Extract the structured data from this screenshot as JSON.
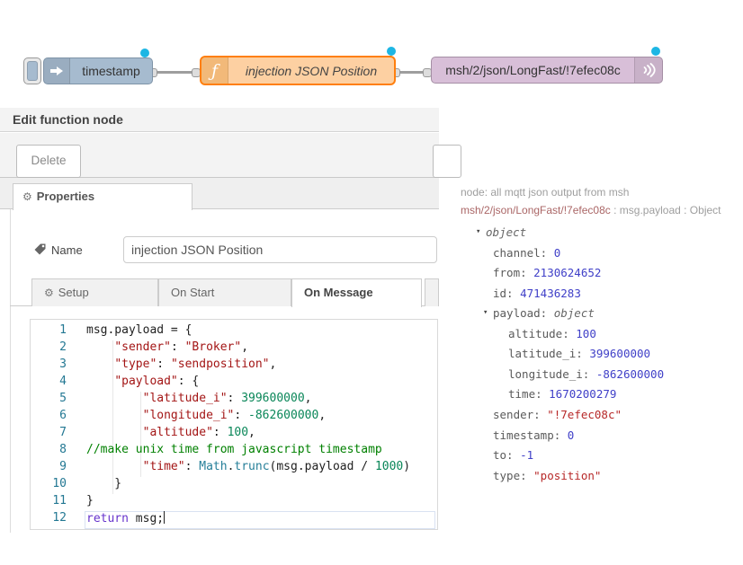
{
  "flow": {
    "inject": {
      "label": "timestamp"
    },
    "function": {
      "label": "injection JSON Position"
    },
    "mqtt": {
      "label": "msh/2/json/LongFast/!7efec08c"
    }
  },
  "dialog": {
    "title": "Edit function node",
    "delete_label": "Delete",
    "properties_tab_label": "Properties",
    "name_label": "Name",
    "name_value": "injection JSON Position",
    "tabs": [
      "Setup",
      "On Start",
      "On Message"
    ],
    "active_tab": "On Message"
  },
  "editor": {
    "lines": [
      {
        "n": 1,
        "seg": [
          [
            "msg.payload = {",
            "p"
          ]
        ]
      },
      {
        "n": 2,
        "seg": [
          [
            "    ",
            "p"
          ],
          [
            "\"sender\"",
            "s"
          ],
          [
            ": ",
            "p"
          ],
          [
            "\"Broker\"",
            "s"
          ],
          [
            ",",
            "p"
          ]
        ]
      },
      {
        "n": 3,
        "seg": [
          [
            "    ",
            "p"
          ],
          [
            "\"type\"",
            "s"
          ],
          [
            ": ",
            "p"
          ],
          [
            "\"sendposition\"",
            "s"
          ],
          [
            ",",
            "p"
          ]
        ]
      },
      {
        "n": 4,
        "seg": [
          [
            "    ",
            "p"
          ],
          [
            "\"payload\"",
            "s"
          ],
          [
            ": {",
            "p"
          ]
        ]
      },
      {
        "n": 5,
        "seg": [
          [
            "        ",
            "p"
          ],
          [
            "\"latitude_i\"",
            "s"
          ],
          [
            ": ",
            "p"
          ],
          [
            "399600000",
            "nu"
          ],
          [
            ",",
            "p"
          ]
        ]
      },
      {
        "n": 6,
        "seg": [
          [
            "        ",
            "p"
          ],
          [
            "\"longitude_i\"",
            "s"
          ],
          [
            ": ",
            "p"
          ],
          [
            "-862600000",
            "nu"
          ],
          [
            ",",
            "p"
          ]
        ]
      },
      {
        "n": 7,
        "seg": [
          [
            "        ",
            "p"
          ],
          [
            "\"altitude\"",
            "s"
          ],
          [
            ": ",
            "p"
          ],
          [
            "100",
            "nu"
          ],
          [
            ",",
            "p"
          ]
        ]
      },
      {
        "n": 8,
        "seg": [
          [
            "//make unix time from javascript timestamp",
            "c"
          ]
        ]
      },
      {
        "n": 9,
        "seg": [
          [
            "        ",
            "p"
          ],
          [
            "\"time\"",
            "s"
          ],
          [
            ": ",
            "p"
          ],
          [
            "Math",
            "b"
          ],
          [
            ".",
            "p"
          ],
          [
            "trunc",
            "b"
          ],
          [
            "(msg.payload / ",
            "p"
          ],
          [
            "1000",
            "nu"
          ],
          [
            ")",
            "p"
          ]
        ]
      },
      {
        "n": 10,
        "seg": [
          [
            "    }",
            "p"
          ]
        ]
      },
      {
        "n": 11,
        "seg": [
          [
            "}",
            "p"
          ]
        ]
      },
      {
        "n": 12,
        "seg": [
          [
            "return",
            "k"
          ],
          [
            " msg;",
            "p"
          ]
        ]
      }
    ],
    "token_colors": {
      "p": "#1f1f1f",
      "s": "#a31515",
      "nu": "#098658",
      "c": "#008000",
      "k": "#6633cc",
      "b": "#267f99"
    },
    "line_number_color": "#237893"
  },
  "debug": {
    "node_meta": "node: all mqtt json output from msh",
    "topic": "msh/2/json/LongFast/!7efec08c",
    "meta_suffix": " : msg.payload : Object",
    "rows": [
      {
        "i": 0,
        "a": 1,
        "t": "object"
      },
      {
        "i": 1,
        "k": "channel",
        "v": "0",
        "c": "num"
      },
      {
        "i": 1,
        "k": "from",
        "v": "2130624652",
        "c": "num"
      },
      {
        "i": 1,
        "k": "id",
        "v": "471436283",
        "c": "num"
      },
      {
        "i": 1,
        "a": 1,
        "k": "payload",
        "t": "object"
      },
      {
        "i": 2,
        "k": "altitude",
        "v": "100",
        "c": "num"
      },
      {
        "i": 2,
        "k": "latitude_i",
        "v": "399600000",
        "c": "num"
      },
      {
        "i": 2,
        "k": "longitude_i",
        "v": "-862600000",
        "c": "num"
      },
      {
        "i": 2,
        "k": "time",
        "v": "1670200279",
        "c": "num"
      },
      {
        "i": 1,
        "k": "sender",
        "v": "\"!7efec08c\"",
        "c": "str"
      },
      {
        "i": 1,
        "k": "timestamp",
        "v": "0",
        "c": "num"
      },
      {
        "i": 1,
        "k": "to",
        "v": "-1",
        "c": "num"
      },
      {
        "i": 1,
        "k": "type",
        "v": "\"position\"",
        "c": "str"
      }
    ],
    "value_colors": {
      "num": "#4040c8",
      "str": "#b72828"
    }
  },
  "colors": {
    "inject_fill": "#a6bbcf",
    "function_fill": "#fdd0a2",
    "mqtt_fill": "#d8bfd8",
    "selected_border": "#ff7f0e",
    "changed_dot": "#1db6e4",
    "wire": "#9e9e9e"
  }
}
